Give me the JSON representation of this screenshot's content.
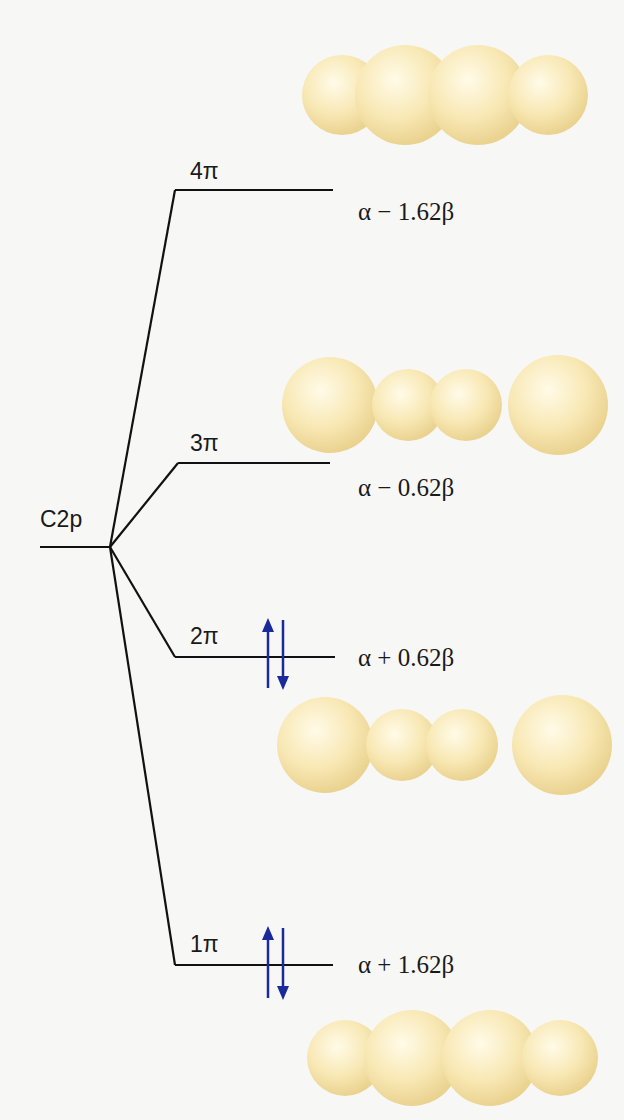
{
  "diagram": {
    "labels": [
      "4π",
      "α − 1.62β",
      "3π",
      "α − 0.62β",
      "C2p",
      "2π",
      "α + 0.62β",
      "1π",
      "α + 1.62β"
    ]
  }
}
